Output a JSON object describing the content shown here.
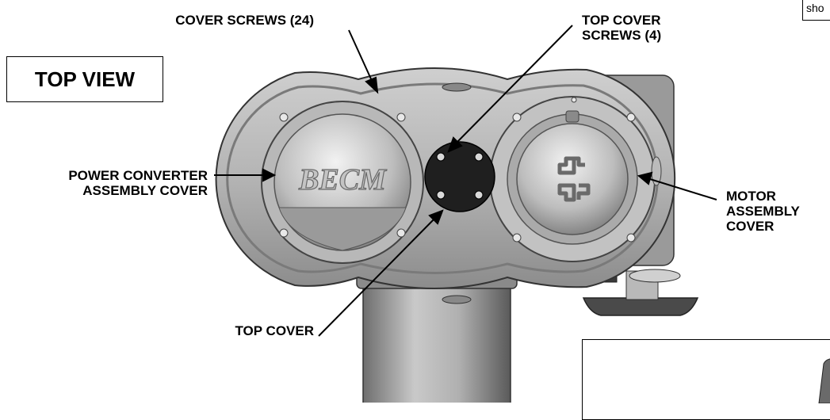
{
  "view_title": "TOP VIEW",
  "callouts": {
    "cover_screws": "COVER SCREWS (24)",
    "top_cover_screws": [
      "TOP COVER",
      "SCREWS (4)"
    ],
    "power_converter": [
      "POWER CONVERTER",
      "ASSEMBLY COVER"
    ],
    "motor_assembly": [
      "MOTOR",
      "ASSEMBLY",
      "COVER"
    ],
    "top_cover": "TOP COVER"
  },
  "corner_note": "sho",
  "inset_note": "",
  "emblem_text": "BECM",
  "colors": {
    "metal_light": "#d7d7d7",
    "metal_mid": "#a9a9a9",
    "metal_dark": "#5c5c5c",
    "cover_black": "#1f1f1f"
  }
}
